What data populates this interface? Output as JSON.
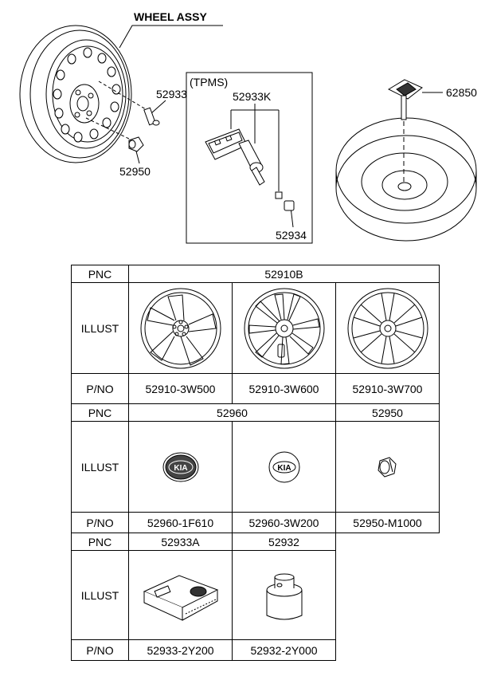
{
  "top": {
    "wheel_assy": "WHEEL ASSY",
    "tpms_title": "(TPMS)",
    "callouts": {
      "c52933": "52933",
      "c52950": "52950",
      "c52933k": "52933K",
      "c52934": "52934",
      "c62850": "62850"
    }
  },
  "table": {
    "row_labels": {
      "pnc": "PNC",
      "illust": "ILLUST",
      "pno": "P/NO"
    },
    "block1": {
      "pnc": "52910B",
      "pnos": [
        "52910-3W500",
        "52910-3W600",
        "52910-3W700"
      ],
      "illust": [
        "alloy-wheel-5-spoke-icon",
        "alloy-wheel-10-spoke-icon",
        "alloy-wheel-multi-spoke-icon"
      ]
    },
    "block2": {
      "pnc_left": "52960",
      "pnc_right": "52950",
      "pnos": [
        "52960-1F610",
        "52960-3W200",
        "52950-M1000"
      ],
      "illust": [
        "kia-emblem-cap-icon",
        "kia-emblem-cap-icon",
        "lug-nut-icon"
      ]
    },
    "block3": {
      "pncs": [
        "52933A",
        "52932"
      ],
      "pnos": [
        "52933-2Y200",
        "52932-2Y000"
      ],
      "illust": [
        "tire-mobility-kit-icon",
        "sealant-bottle-icon"
      ]
    }
  }
}
